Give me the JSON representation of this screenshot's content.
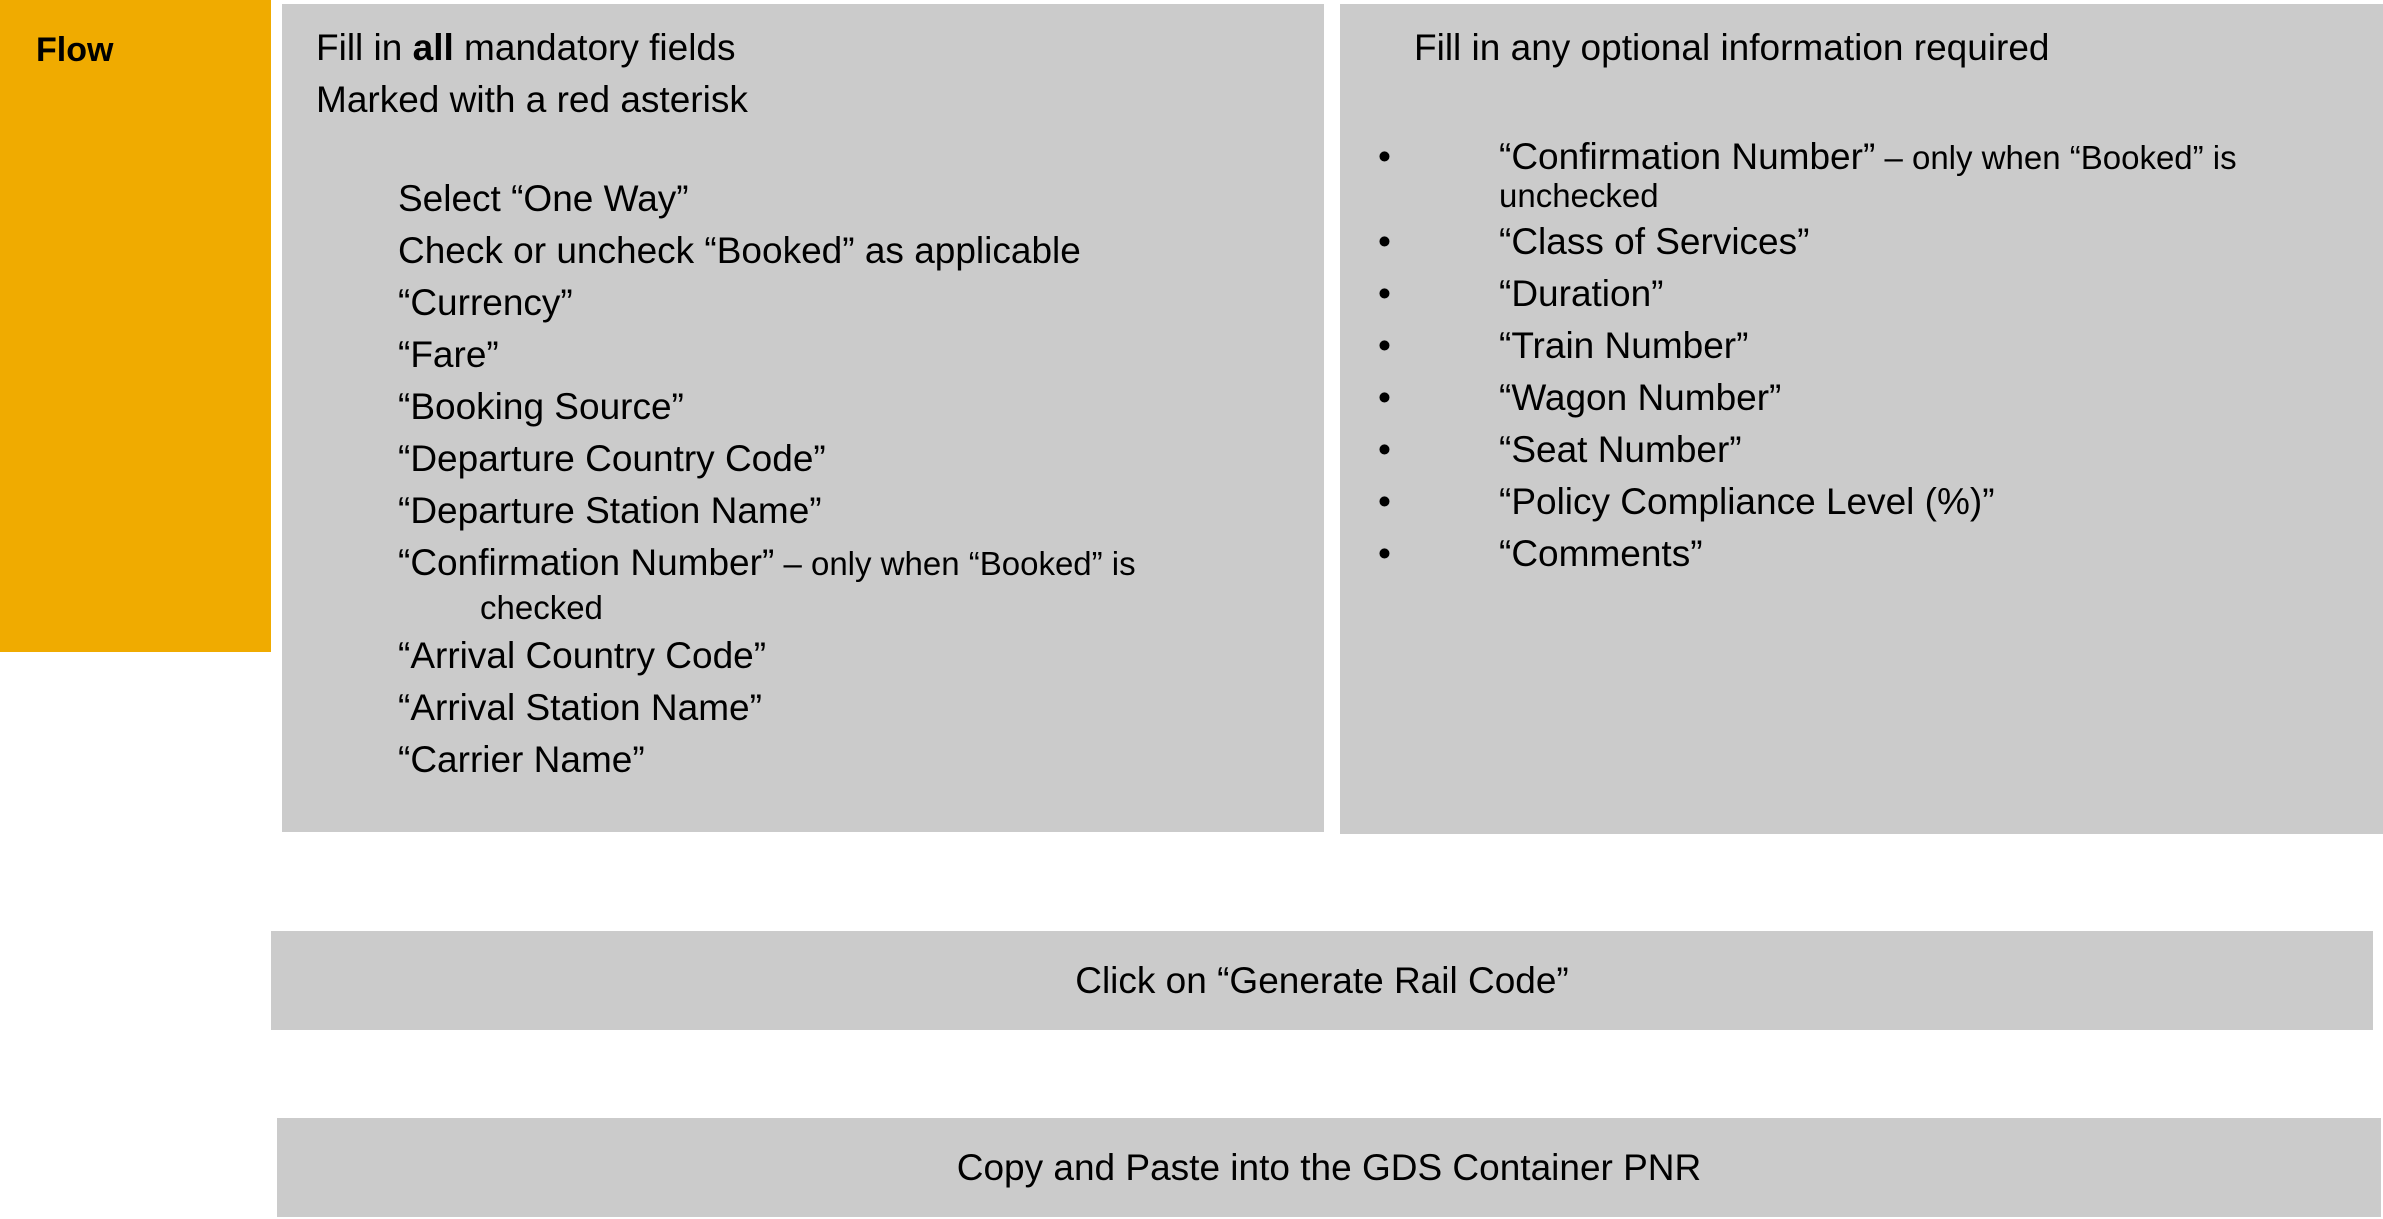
{
  "flow": {
    "label": "Flow"
  },
  "mandatory": {
    "line1_prefix": "Fill in ",
    "line1_bold": "all",
    "line1_suffix": " mandatory fields",
    "line2": "Marked with a red asterisk",
    "items": [
      "Select “One Way”",
      "Check or uncheck “Booked” as applicable",
      "“Currency”",
      "“Fare”",
      "“Booking Source”",
      "“Departure Country Code”",
      "“Departure Station Name”",
      "“Confirmation Number”",
      "“Arrival Country Code”",
      "“Arrival Station Name”",
      "“Carrier Name”"
    ],
    "confirmation_note": " – only when “Booked” is",
    "confirmation_note_wrap": "checked"
  },
  "optional": {
    "intro": "Fill in any optional information required",
    "bullet_glyph": "•",
    "items": [
      "“Confirmation Number”",
      "“Class of Services”",
      "“Duration”",
      "“Train Number”",
      "“Wagon Number”",
      "“Seat Number”",
      "“Policy Compliance Level (%)”",
      "“Comments”"
    ],
    "confirmation_note": " – only when “Booked” is",
    "confirmation_note_wrap": "unchecked"
  },
  "steps": {
    "generate": "Click on “Generate Rail Code”",
    "copy": "Copy and Paste into the GDS Container PNR"
  },
  "colors": {
    "flow_tab": "#f0ab00",
    "box_background": "#cbcbcb"
  }
}
